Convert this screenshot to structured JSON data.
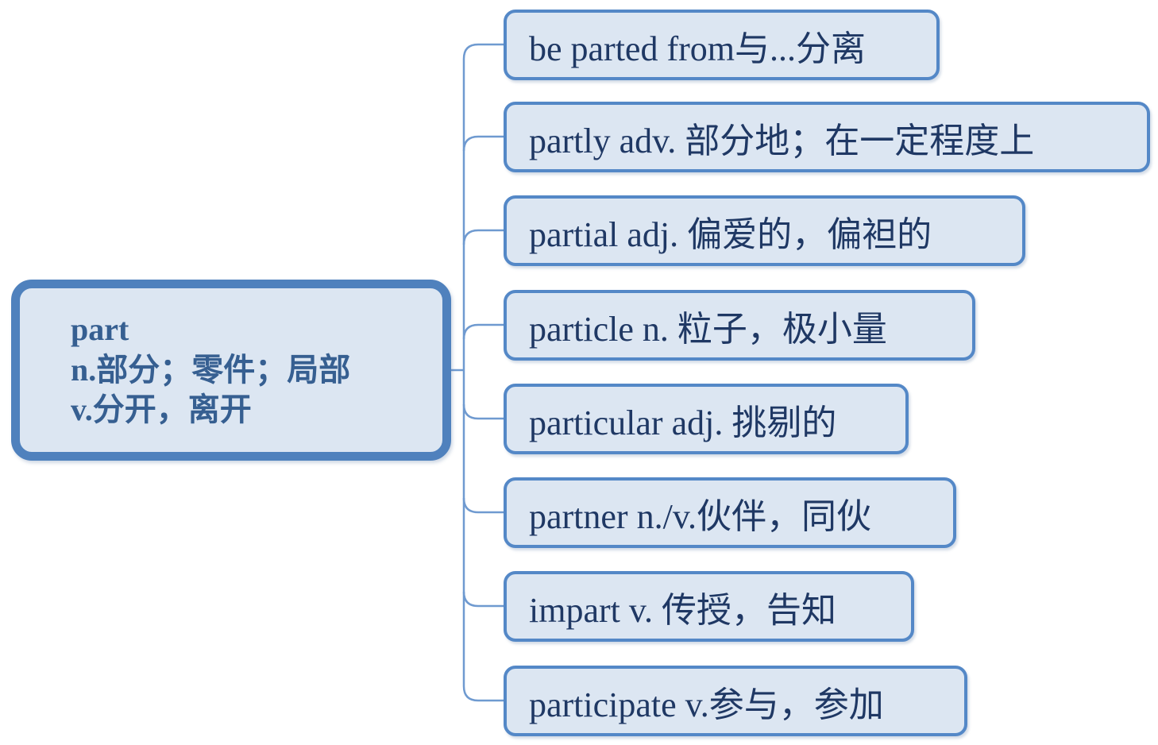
{
  "root": {
    "word": "part",
    "noun_def": "n.部分；零件；局部",
    "verb_def": "v.分开，离开"
  },
  "children": [
    {
      "label": "be parted from与...分离"
    },
    {
      "label": "partly adv. 部分地；在一定程度上"
    },
    {
      "label": "partial adj. 偏爱的，偏袒的"
    },
    {
      "label": "particle n. 粒子，极小量"
    },
    {
      "label": "particular adj. 挑剔的"
    },
    {
      "label": "partner n./v.伙伴，同伙"
    },
    {
      "label": "impart v. 传授，告知"
    },
    {
      "label": "participate v.参与，参加"
    }
  ],
  "colors": {
    "node_fill": "#dce6f2",
    "root_border": "#4f81bd",
    "child_border": "#5488c7",
    "connector_line": "#6f9ad0",
    "root_text": "#365f91",
    "child_text": "#1f3864"
  }
}
